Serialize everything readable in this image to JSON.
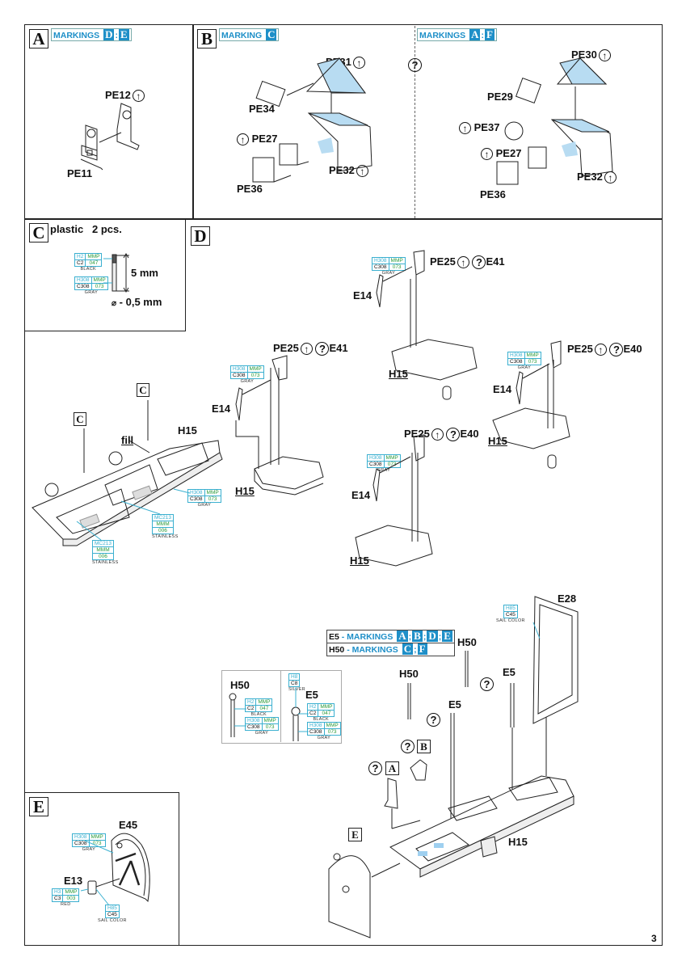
{
  "page_number": "3",
  "steps": {
    "A": {
      "letter": "A",
      "markings": {
        "prefix": "MARKINGS",
        "letters": [
          "D",
          "E"
        ]
      },
      "parts": [
        "PE12",
        "PE11"
      ]
    },
    "B": {
      "letter": "B",
      "panels": [
        {
          "markings": {
            "prefix": "MARKING",
            "letters": [
              "C"
            ]
          },
          "parts": [
            "PE31",
            "PE34",
            "PE27",
            "PE32",
            "PE36"
          ]
        },
        {
          "markings": {
            "prefix": "MARKINGS",
            "letters": [
              "A",
              "F"
            ]
          },
          "parts": [
            "PE30",
            "PE29",
            "PE37",
            "PE27",
            "PE32",
            "PE36"
          ]
        }
      ]
    },
    "C": {
      "letter": "C",
      "title": "plastic   2 pcs.",
      "length": "5 mm",
      "diameter": "- 0,5 mm",
      "paints": [
        {
          "h": "H2",
          "mmp": "MMP",
          "c": "C2",
          "code": "047",
          "name": "BLACK"
        },
        {
          "h": "H308",
          "mmp": "MMP",
          "c": "C308",
          "code": "073",
          "name": "GRAY"
        }
      ]
    },
    "D": {
      "letter": "D",
      "labels": {
        "c_ref": "C",
        "fill": "fill",
        "h15": "H15",
        "e14": "E14",
        "pe25": "PE25",
        "e41": "E41",
        "e40": "E40"
      },
      "paints": {
        "gray": {
          "h": "H308",
          "mmp": "MMP",
          "c": "C308",
          "code": "073",
          "name": "GRAY"
        },
        "stainless": {
          "h": "MC213",
          "mmp": "MMM",
          "code": "006",
          "name": "STAINLESS"
        }
      }
    },
    "final": {
      "markings_table": [
        {
          "part": "E5",
          "prefix": "- MARKINGS",
          "letters": [
            "A",
            "B",
            "D",
            "E"
          ]
        },
        {
          "part": "H50",
          "prefix": "- MARKINGS",
          "letters": [
            "C",
            "F"
          ]
        }
      ],
      "inset": {
        "h50": {
          "label": "H50",
          "paints": [
            {
              "h": "H2",
              "mmp": "MMP",
              "c": "C2",
              "code": "047",
              "name": "BLACK"
            },
            {
              "h": "H308",
              "mmp": "MMP",
              "c": "C308",
              "code": "073",
              "name": "GRAY"
            }
          ]
        },
        "e5": {
          "label": "E5",
          "top_paint": {
            "h": "H8",
            "c": "C8",
            "name": "SILVER"
          },
          "paints": [
            {
              "h": "H2",
              "mmp": "MMP",
              "c": "C2",
              "code": "047",
              "name": "BLACK"
            },
            {
              "h": "H308",
              "mmp": "MMP",
              "c": "C308",
              "code": "073",
              "name": "GRAY"
            }
          ]
        }
      },
      "labels": {
        "e28": "E28",
        "h50": "H50",
        "e5": "E5",
        "h15": "H15",
        "a_ref": "A",
        "b_ref": "B",
        "e_ref": "E"
      },
      "e28_paint": {
        "h": "H85",
        "c": "C45",
        "name": "SAIL COLOR"
      }
    },
    "E": {
      "letter": "E",
      "parts": [
        "E45",
        "E13"
      ],
      "paints": {
        "e45": {
          "h": "H308",
          "mmp": "MMP",
          "c": "C308",
          "code": "073",
          "name": "GRAY"
        },
        "e13": {
          "h": "H3",
          "mmp": "MMP",
          "c": "C3",
          "code": "003",
          "name": "RED"
        },
        "sail": {
          "h": "H85",
          "c": "C45",
          "name": "SAIL COLOR"
        }
      }
    }
  },
  "icons": {
    "up": "↑",
    "question": "?",
    "diameter": "⌀"
  }
}
